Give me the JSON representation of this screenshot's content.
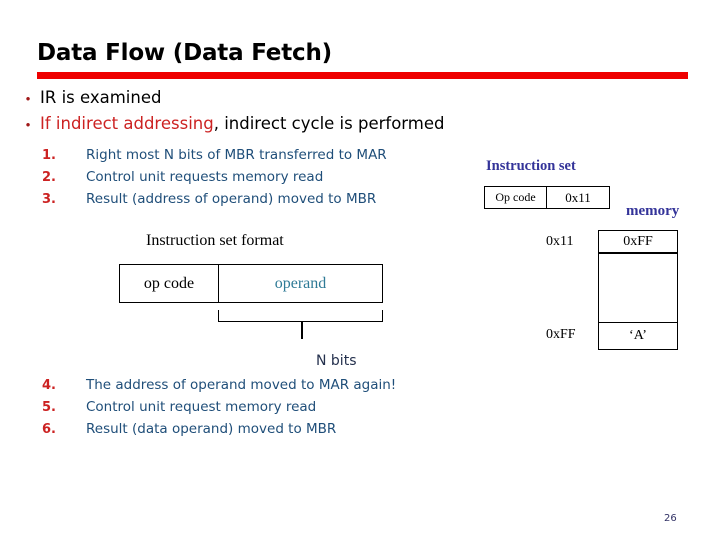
{
  "slide": {
    "title": "Data Flow (Data Fetch)",
    "page_number": "26",
    "accent_rule_color": "#ee0000"
  },
  "bullets": [
    {
      "marker": "•",
      "text_plain": "IR is examined",
      "emphasis": "",
      "rest": "IR is examined"
    },
    {
      "marker": "•",
      "text_plain": "If indirect addressing, indirect cycle is performed",
      "emphasis": "If indirect addressing",
      "rest": ", indirect cycle is performed"
    }
  ],
  "steps_top": [
    {
      "index": "1.",
      "text": "Right most N bits of MBR transferred to MAR"
    },
    {
      "index": "2.",
      "text": "Control unit requests memory read"
    },
    {
      "index": "3.",
      "text": "Result (address of operand) moved to MBR"
    }
  ],
  "steps_bottom": [
    {
      "index": "4.",
      "text": "The address of operand moved to MAR again!"
    },
    {
      "index": "5.",
      "text": "Control unit request memory read"
    },
    {
      "index": "6.",
      "text": "Result (data operand) moved to MBR"
    }
  ],
  "instruction_format": {
    "caption": "Instruction set format",
    "fields": [
      {
        "label": "op code",
        "color": "#000000"
      },
      {
        "label": "operand",
        "color": "#2e7a96"
      }
    ],
    "bracket_annotation": "N bits"
  },
  "instruction_set": {
    "caption": "Instruction set",
    "cells": [
      {
        "label": "Op code"
      },
      {
        "label": "0x11"
      }
    ]
  },
  "memory": {
    "caption": "memory",
    "rows": [
      {
        "address": "0x11",
        "value": "0xFF"
      },
      {
        "address": "",
        "value": ""
      },
      {
        "address": "0xFF",
        "value": "‘A’"
      }
    ]
  },
  "colors": {
    "title": "#000000",
    "rule": "#ee0000",
    "emphasis_red": "#cc2222",
    "step_text_blue": "#1f4e79",
    "step_index_red": "#cc2222",
    "label_navy": "#333399",
    "operand_teal": "#2e7a96"
  }
}
